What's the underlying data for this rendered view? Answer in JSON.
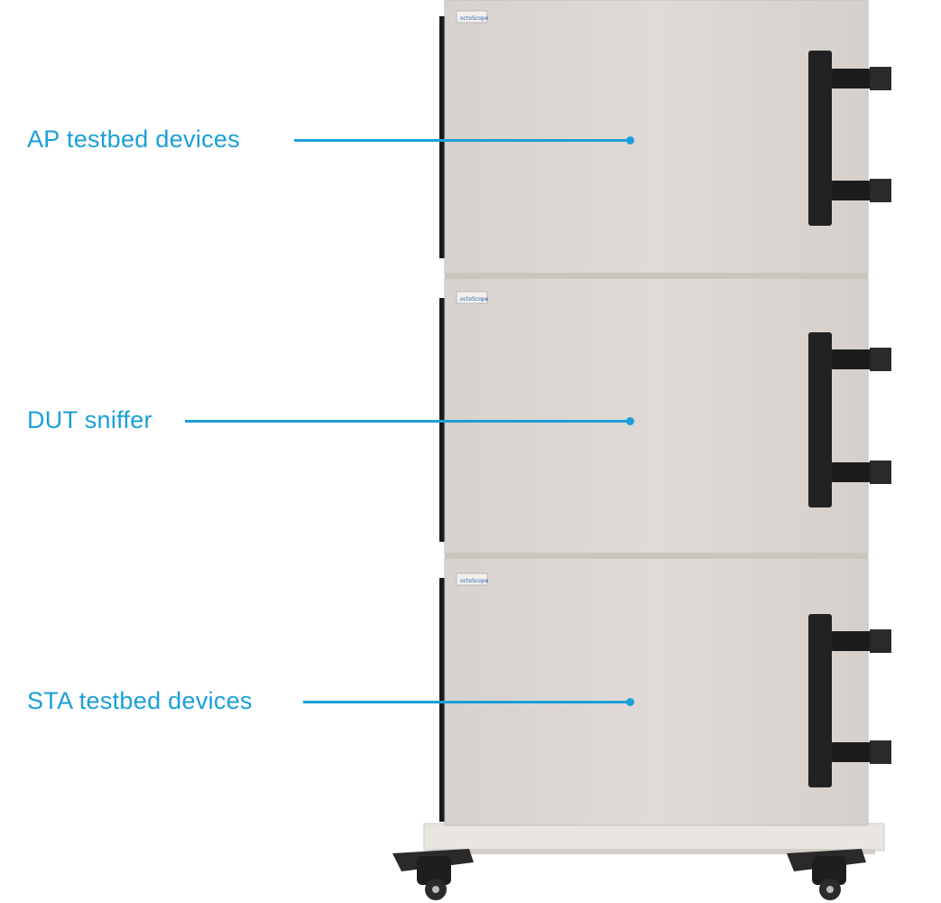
{
  "callouts": [
    {
      "label": "AP testbed devices"
    },
    {
      "label": "DUT sniffer"
    },
    {
      "label": "STA testbed devices"
    }
  ],
  "colors": {
    "accent": "#1a9fd8",
    "chamber": "#dbd5d1",
    "handle": "#222222"
  },
  "badge": {
    "text": "octoScope"
  }
}
